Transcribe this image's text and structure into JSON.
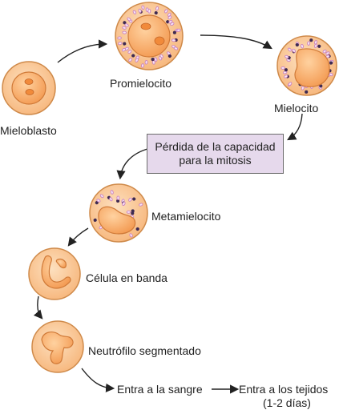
{
  "stages": {
    "mieloblasto": "Mieloblasto",
    "promielocito": "Promielocito",
    "mielocito": "Mielocito",
    "metamielocito": "Metamielocito",
    "banda": "Célula en banda",
    "segmentado": "Neutrófilo segmentado"
  },
  "box": {
    "line1": "Pérdida de la capacidad",
    "line2": "para la mitosis"
  },
  "outcomes": {
    "sangre": "Entra a la sangre",
    "tejidos_line1": "Entra a los tejidos",
    "tejidos_line2": "(1-2 días)"
  },
  "colors": {
    "cell_fill": "#f9c28c",
    "cell_outline": "#cf8a4a",
    "nucleus_fill": "#f6a15b",
    "granule_pink": "#c97fc0",
    "granule_dark": "#3e2a52",
    "box_fill": "#e6d9ec"
  }
}
